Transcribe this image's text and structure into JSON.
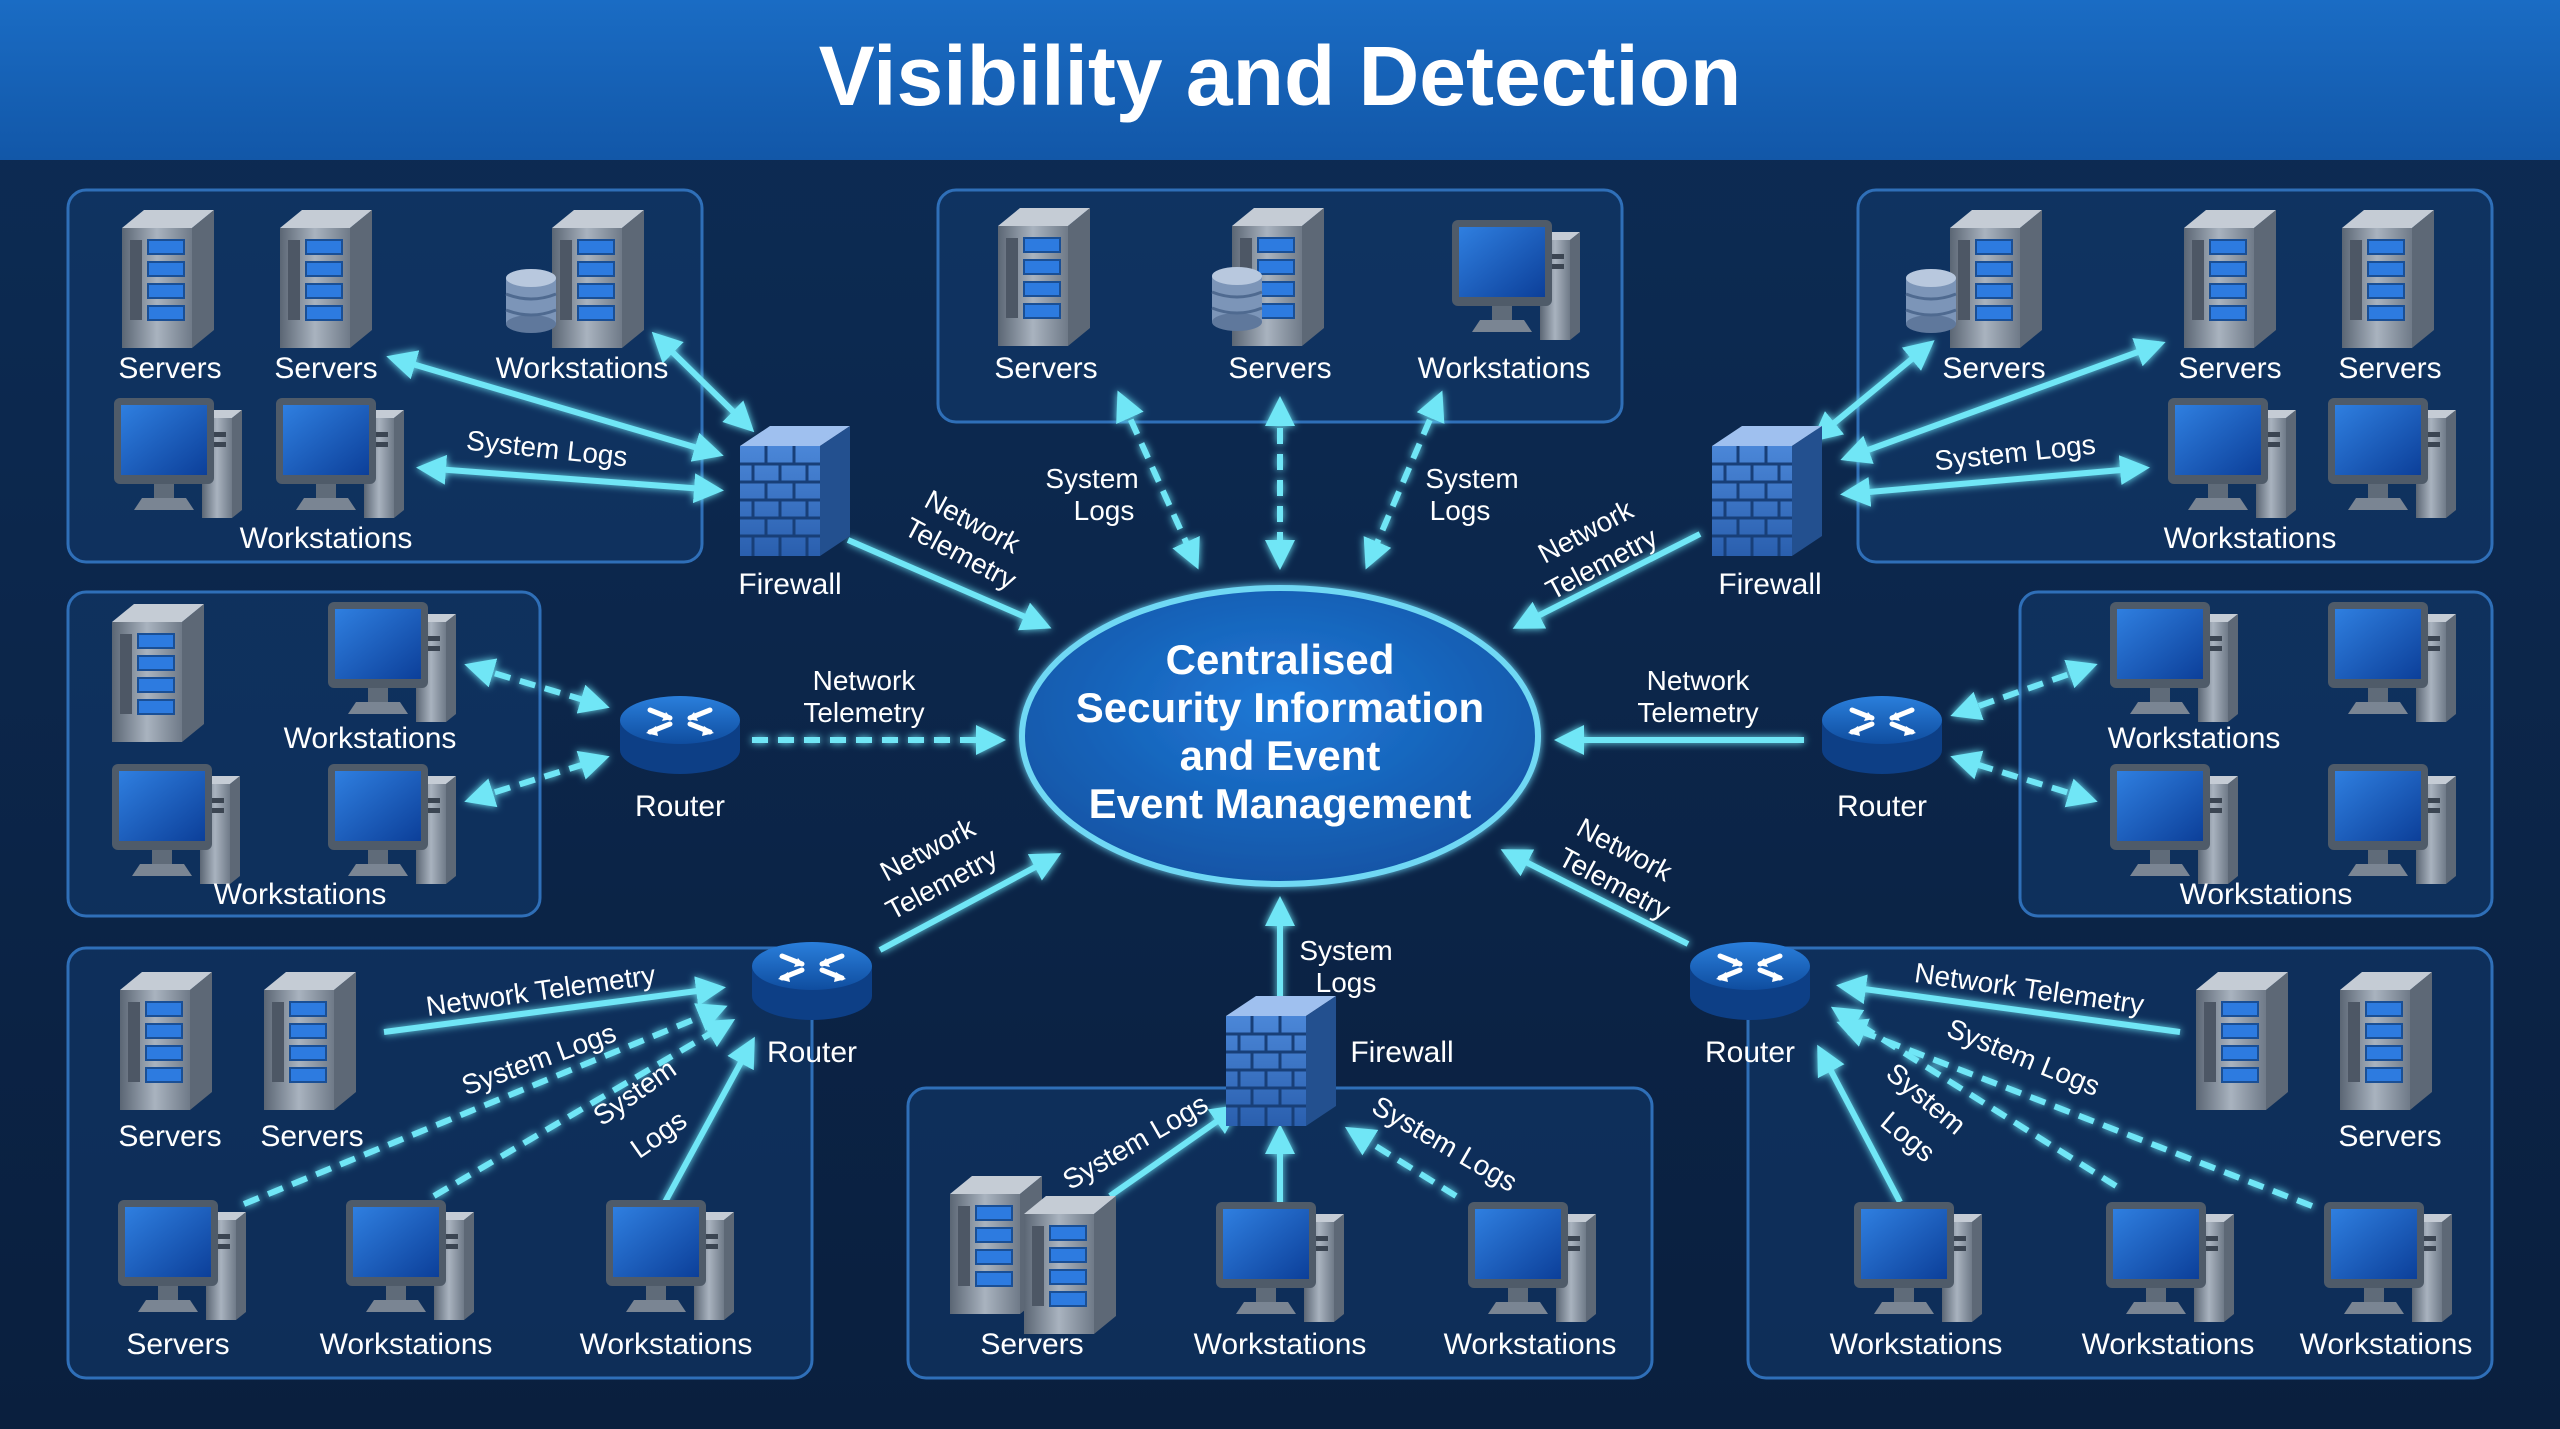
{
  "title": "Visibility and Detection",
  "hub": {
    "lines": [
      "Centralised",
      "Security Information",
      "and Event",
      "Event Management"
    ]
  },
  "colors": {
    "banner": "#1560b5",
    "background": "#0c2548",
    "panel_fill": "#123a6e",
    "panel_stroke": "#2f6fb8",
    "arrow": "#6fe6f6",
    "hub_fill": "#1565c0",
    "text": "#ffffff"
  },
  "panels": {
    "top_left": {
      "labels": [
        "Servers",
        "Servers",
        "Workstations",
        "Workstations"
      ]
    },
    "top_center": {
      "labels": [
        "Servers",
        "Servers",
        "Workstations"
      ]
    },
    "top_right": {
      "labels": [
        "Servers",
        "Servers",
        "Servers",
        "Workstations"
      ]
    },
    "mid_left": {
      "labels": [
        "Workstations",
        "Workstations"
      ]
    },
    "mid_right": {
      "labels": [
        "Workstations",
        "Workstations"
      ]
    },
    "bottom_left": {
      "labels": [
        "Servers",
        "Servers",
        "Servers",
        "Workstations",
        "Workstations"
      ]
    },
    "bottom_center": {
      "labels": [
        "Servers",
        "Workstations",
        "Workstations"
      ]
    },
    "bottom_right": {
      "labels": [
        "Servers",
        "Workstations",
        "Workstations",
        "Workstations"
      ]
    }
  },
  "devices": {
    "firewall_left": "Firewall",
    "firewall_right": "Firewall",
    "firewall_bottom": "Firewall",
    "router_mid_left": "Router",
    "router_mid_right": "Router",
    "router_bottom_left": "Router",
    "router_bottom_right": "Router"
  },
  "arrow_labels": {
    "system_logs": "System Logs",
    "system": "System",
    "logs": "Logs",
    "network": "Network",
    "telemetry": "Telemetry",
    "network_telemetry": "Network Telemetry"
  }
}
